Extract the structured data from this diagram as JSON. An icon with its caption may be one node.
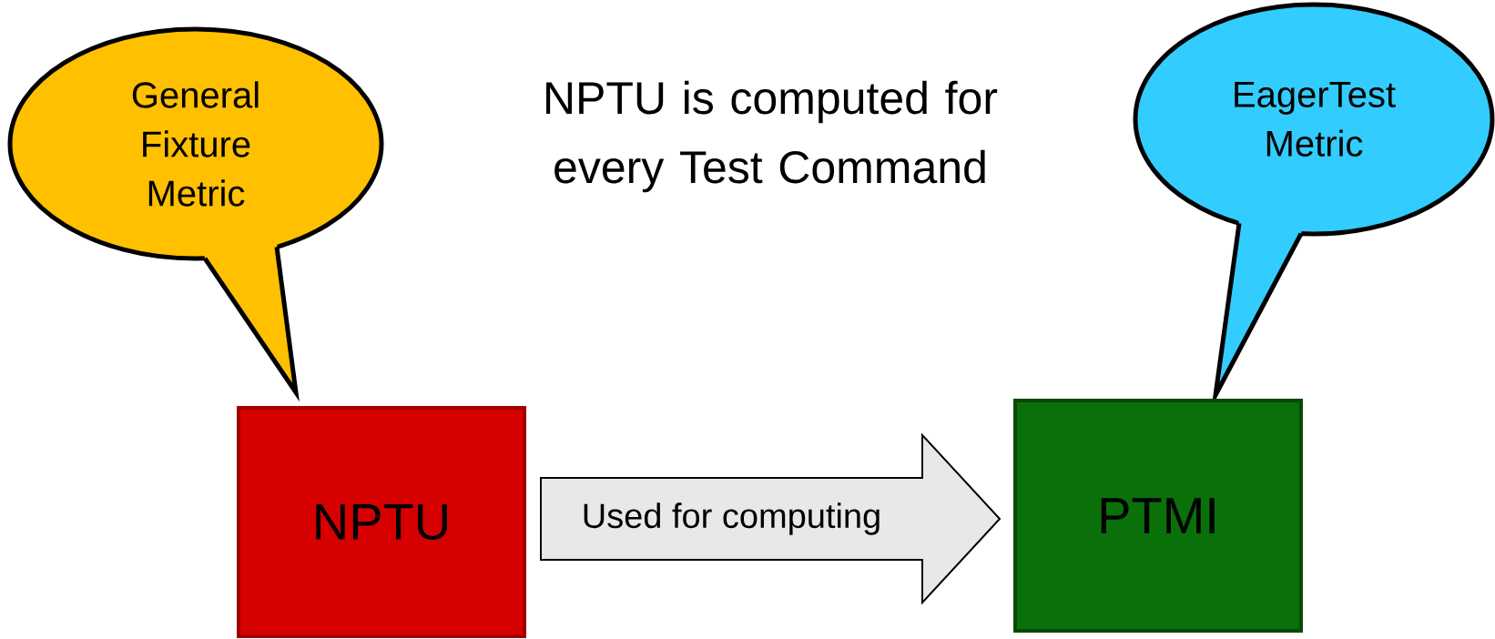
{
  "diagram": {
    "nodes": [
      {
        "text": [
          "General Fixture Metric"
        ]
      },
      {
        "text": [
          "NPTU"
        ]
      },
      {
        "text": [
          "EagerTest Metric"
        ]
      },
      {
        "text": [
          "PTMI"
        ]
      }
    ],
    "edges": [
      {
        "from": 1,
        "to": 3,
        "arrow": "to",
        "label": "Used for computing"
      }
    ],
    "labels": [
      "NPTU is computed for every Test Command"
    ]
  }
}
